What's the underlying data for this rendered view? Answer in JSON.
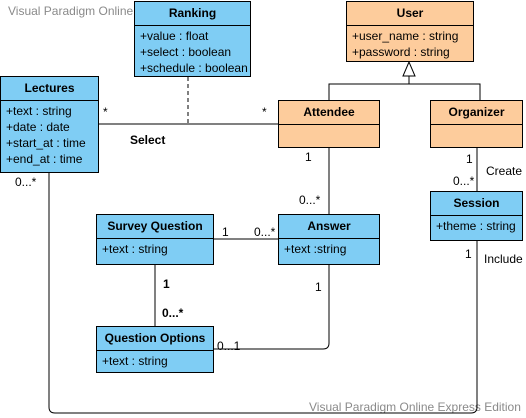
{
  "watermark": {
    "top": "Visual Paradigm Online Express Edition",
    "bottom": "Visual Paradigm Online Express Edition"
  },
  "classes": {
    "user": {
      "title": "User",
      "attrs": [
        "+user_name : string",
        "+password : string"
      ]
    },
    "ranking": {
      "title": "Ranking",
      "attrs": [
        "+value : float",
        "+select : boolean",
        "+schedule : boolean"
      ]
    },
    "lectures": {
      "title": "Lectures",
      "attrs": [
        "+text : string",
        "+date : date",
        "+start_at : time",
        "+end_at : time"
      ]
    },
    "attendee": {
      "title": "Attendee",
      "attrs": []
    },
    "organizer": {
      "title": "Organizer",
      "attrs": []
    },
    "session": {
      "title": "Session",
      "attrs": [
        "+theme : string"
      ]
    },
    "survey_question": {
      "title": "Survey Question",
      "attrs": [
        "+text : string"
      ]
    },
    "answer": {
      "title": "Answer",
      "attrs": [
        "+text :string"
      ]
    },
    "question_options": {
      "title": "Question Options",
      "attrs": [
        "+text : string"
      ]
    }
  },
  "labels": {
    "select": "Select",
    "lectures_star": "*",
    "attendee_star": "*",
    "lectures_bottom": "0...*",
    "attendee_1": "1",
    "answer_top": "0...*",
    "sq_1": "1",
    "answer_left": "0...*",
    "sq_bottom_1": "1",
    "qo_top": "0...*",
    "answer_bottom_1": "1",
    "qo_right": "0...1",
    "organizer_1": "1",
    "create": "Create",
    "session_top": "0...*",
    "session_1": "1",
    "include": "Include"
  }
}
